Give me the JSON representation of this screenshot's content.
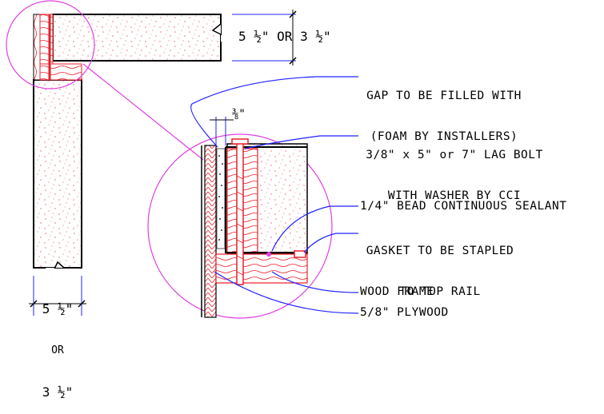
{
  "notes": {
    "gap_fill": [
      "GAP TO BE FILLED WITH",
      "(FOAM BY INSTALLERS)"
    ],
    "lag_bolt": [
      "3/8\" x 5\" or 7\" LAG BOLT",
      "WITH WASHER BY CCI"
    ],
    "sealant": "1/4\" BEAD CONTINUOUS SEALANT",
    "gasket": [
      "GASKET TO BE STAPLED",
      "TO TOP RAIL"
    ],
    "wood_frame": "WOOD FRAME",
    "plywood": "5/8\" PLYWOOD"
  },
  "dimensions": {
    "panel_thickness_top": "5 ½\" OR 3 ½\"",
    "panel_thickness_side": [
      "5 ½\"",
      "OR",
      "3 ½\""
    ],
    "gap_width": "⅜\""
  },
  "colors": {
    "outline": "#000000",
    "wood": "#e8202a",
    "foam_speckle": "#e8202a",
    "detail_circle": "#e040e0",
    "leader": "#2020ff",
    "bolt": "#e8202a"
  }
}
